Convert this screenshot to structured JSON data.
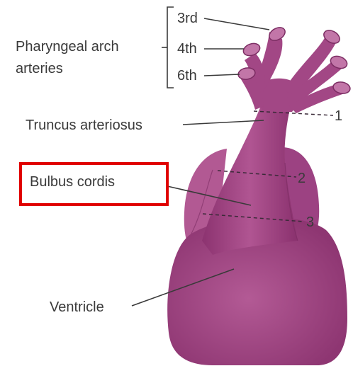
{
  "labels": {
    "pharyngeal_line1": "Pharyngeal arch",
    "pharyngeal_line2": "arteries",
    "arch_3": "3rd",
    "arch_4": "4th",
    "arch_6": "6th",
    "truncus": "Truncus arteriosus",
    "bulbus": "Bulbus cordis",
    "ventricle": "Ventricle",
    "level_1": "1",
    "level_2": "2",
    "level_3": "3"
  },
  "colors": {
    "tissue": "#a24785",
    "tissue_light": "#c276a8",
    "tissue_dark": "#7c2d63",
    "highlight_box": "#e00000",
    "text": "#3a3a3a"
  }
}
